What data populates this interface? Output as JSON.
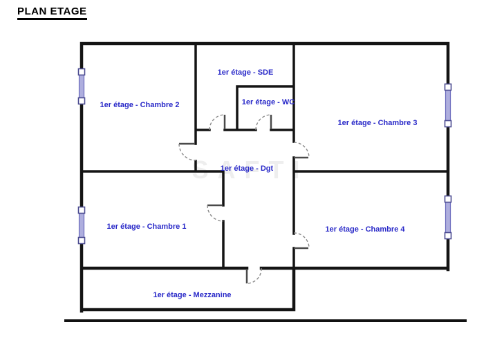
{
  "page": {
    "title": "PLAN ETAGE"
  },
  "floor_plan": {
    "floor_name": "1er étage",
    "rooms": [
      {
        "id": "chambre-2",
        "label": "1er étage - Chambre 2"
      },
      {
        "id": "sde",
        "label": "1er étage - SDE"
      },
      {
        "id": "wc",
        "label": "1er étage - WC"
      },
      {
        "id": "chambre-3",
        "label": "1er étage - Chambre 3"
      },
      {
        "id": "dgt",
        "label": "1er étage - Dgt"
      },
      {
        "id": "chambre-1",
        "label": "1er étage - Chambre 1"
      },
      {
        "id": "chambre-4",
        "label": "1er étage - Chambre 4"
      },
      {
        "id": "mezzanine",
        "label": "1er étage - Mezzanine"
      }
    ],
    "watermark": "SAFTI",
    "counts": {
      "windows": 4,
      "doors": 7
    },
    "colors": {
      "wall": "#141414",
      "title_color": "#000000",
      "room_label": "#2929c8",
      "window_fill": "#aeaede",
      "window_frame": "#6b6bbd",
      "window_square_border": "#4a4a8f",
      "baseline": "#111111",
      "watermark_color": "#909090"
    }
  }
}
